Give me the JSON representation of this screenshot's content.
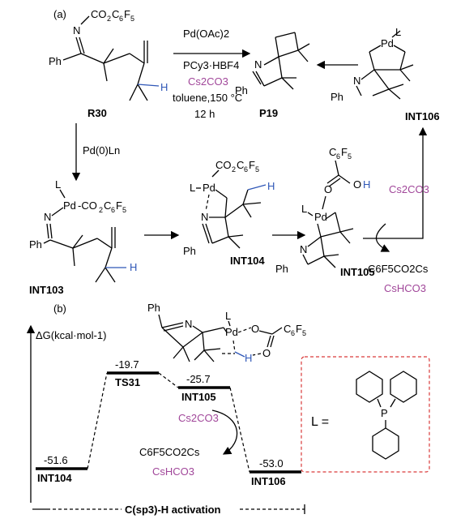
{
  "panel_a": {
    "label": "(a)",
    "conditions": {
      "catalyst": "Pd(OAc)2",
      "ligand": "PCy3·HBF4",
      "base": "Cs2CO3",
      "solvent_temp": "toluene,150 °C",
      "time": "12 h"
    },
    "pd0_label": "Pd(0)Ln",
    "compounds": {
      "r30": "R30",
      "p19": "P19",
      "int106": "INT106",
      "int103": "INT103",
      "int104": "INT104",
      "int105": "INT105"
    },
    "cs2co3": "Cs2CO3",
    "byproduct_ester": "C6F5CO2Cs",
    "byproduct_bicarb": "CsHCO3"
  },
  "panel_b": {
    "label": "(b)",
    "y_axis_label": "ΔG(kcal·mol-1)",
    "x_axis_label": "C(sp3)-H activation",
    "ligand_label": "L =",
    "cs2co3": "Cs2CO3",
    "byproduct_ester": "C6F5CO2Cs",
    "byproduct_bicarb": "CsHCO3",
    "levels": [
      {
        "name": "INT104",
        "value": "-51.6"
      },
      {
        "name": "TS31",
        "value": "-19.7"
      },
      {
        "name": "INT105",
        "value": "-25.7"
      },
      {
        "name": "INT106",
        "value": "-53.0"
      }
    ]
  },
  "colors": {
    "purple": "#a1479a",
    "blue": "#2f57b7",
    "red_dash": "#d93a3a"
  }
}
